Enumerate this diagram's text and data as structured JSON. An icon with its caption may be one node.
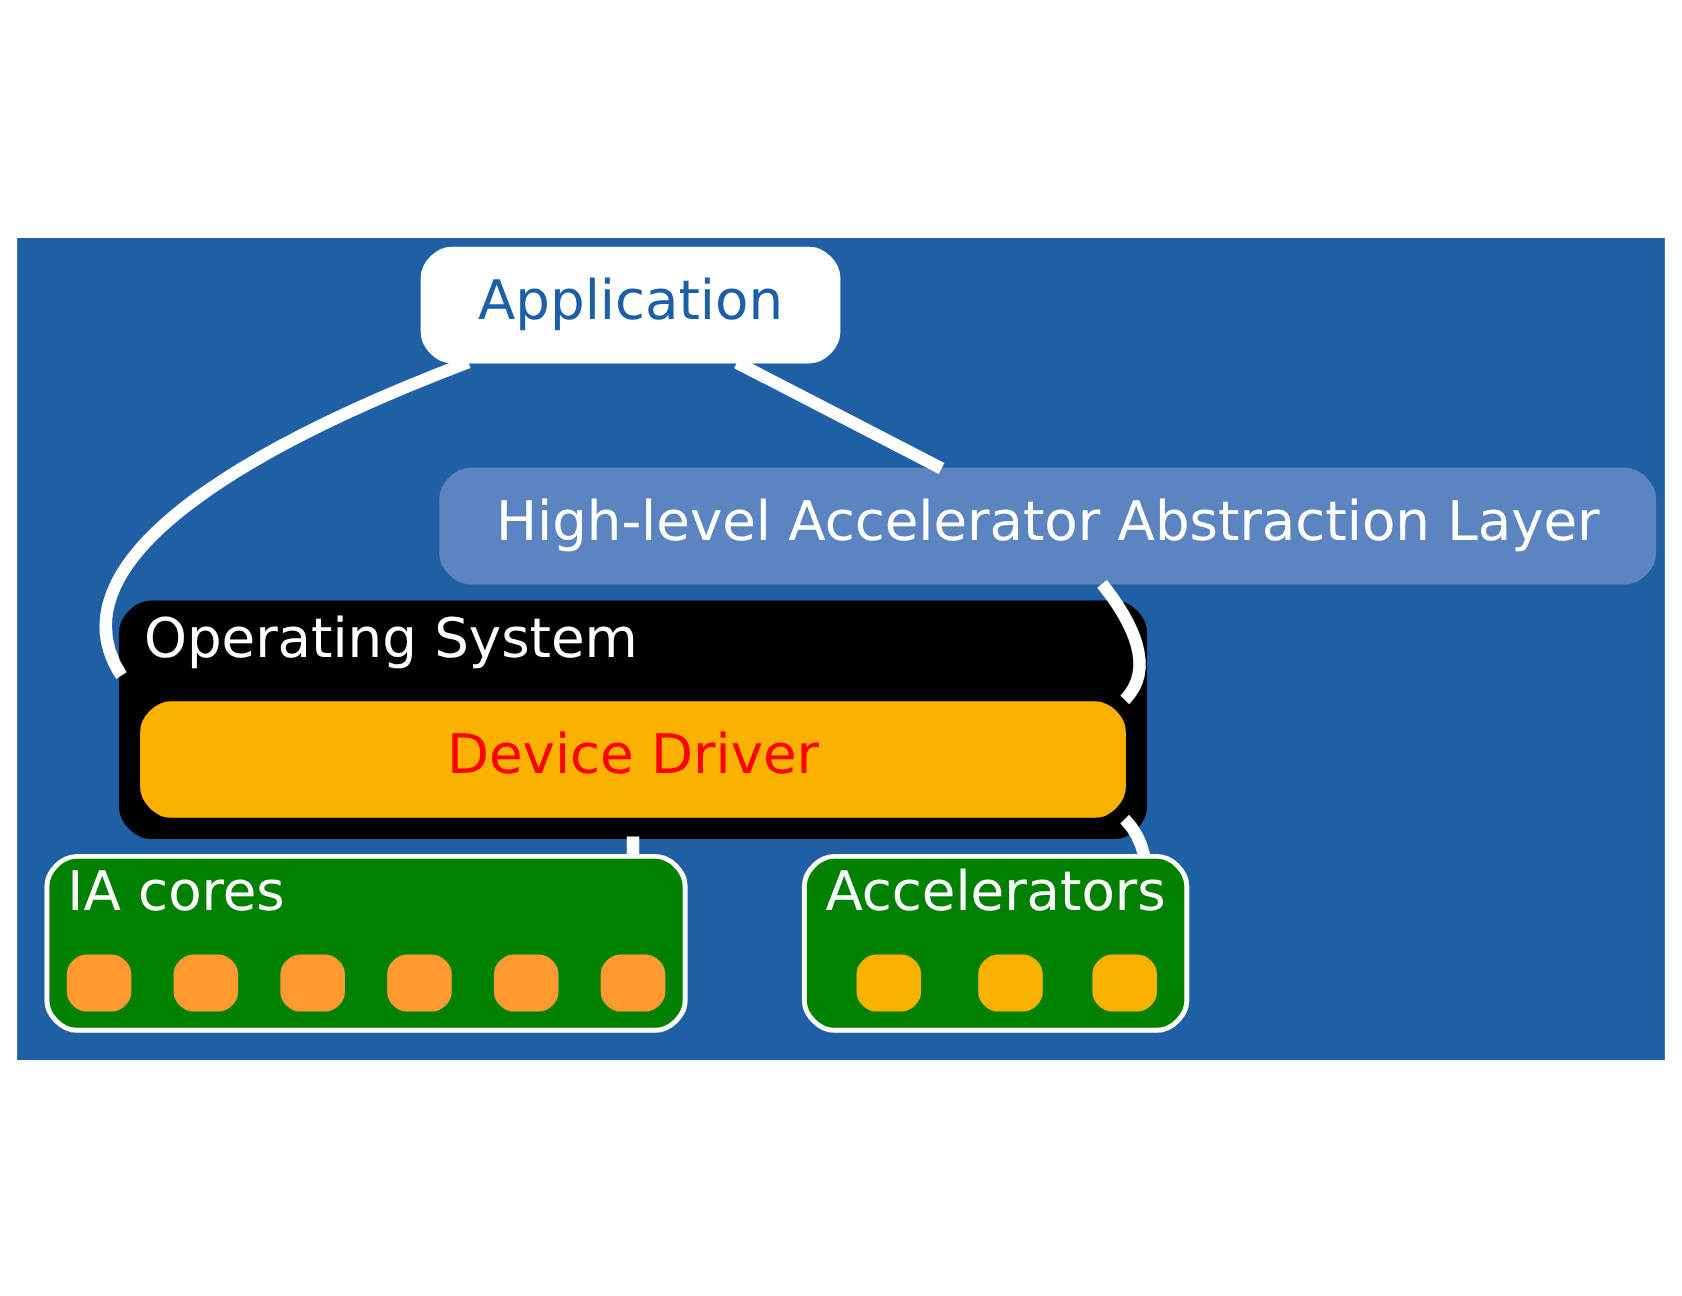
{
  "diagram": {
    "nodes": [
      {
        "text": [
          "Application"
        ]
      },
      {
        "text": [
          "High-level Accelerator Abstraction Layer"
        ]
      },
      {
        "text": [
          "Operating System"
        ]
      },
      {
        "text": [
          "Device Driver"
        ],
        "in": 2
      },
      {
        "text": [
          "IA cores"
        ]
      },
      {
        "text": [],
        "shape": "box",
        "in": 4
      },
      {
        "text": [],
        "shape": "box",
        "in": 4
      },
      {
        "text": [],
        "shape": "box",
        "in": 4
      },
      {
        "text": [],
        "shape": "box",
        "in": 4
      },
      {
        "text": [],
        "shape": "box",
        "in": 4
      },
      {
        "text": [],
        "shape": "box",
        "in": 4
      },
      {
        "text": [
          "Accelerators"
        ]
      },
      {
        "text": [],
        "shape": "box",
        "in": 11
      },
      {
        "text": [],
        "shape": "box",
        "in": 11
      },
      {
        "text": [],
        "shape": "box",
        "in": 11
      }
    ],
    "edges": [
      {
        "from": 0,
        "to": 2,
        "arrow": "none"
      },
      {
        "from": 0,
        "to": 1,
        "arrow": "none"
      },
      {
        "from": 1,
        "to": 3,
        "arrow": "none"
      },
      {
        "from": 2,
        "to": 4,
        "arrow": "none"
      },
      {
        "from": 3,
        "to": 11,
        "arrow": "none"
      }
    ]
  }
}
